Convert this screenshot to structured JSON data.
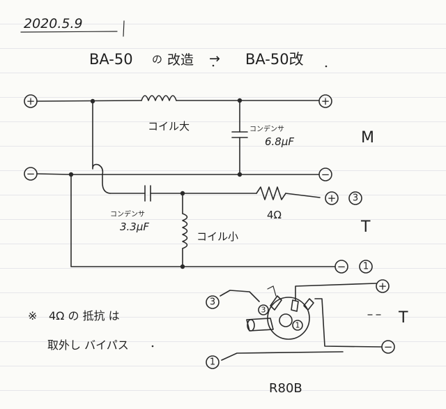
{
  "date": "2020.5.9",
  "title": {
    "before": "BA-50",
    "no": "の",
    "kaizou": "改造",
    "arrow": "→",
    "after": "BA-50改"
  },
  "terminals": {
    "in_plus": "+",
    "in_minus": "−",
    "out_m_plus": "+",
    "out_m_minus": "−",
    "out_t_plus": "+",
    "out_t_minus": "−",
    "tw_plus": "+",
    "tw_minus": "−"
  },
  "pins": {
    "p3": "3",
    "p1": "1",
    "w3": "3",
    "w1": "1",
    "r3": "3",
    "r1": "1"
  },
  "labels": {
    "coil_large": "コイル大",
    "cap_m_name": "コンデンサ",
    "cap_m_value": "6.8μF",
    "section_m": "M",
    "cap_t_name": "コンデンサ",
    "cap_t_value": "3.3μF",
    "coil_small": "コイル小",
    "resistor": "4Ω",
    "section_t": "T",
    "section_t2": "T",
    "driver": "R80B"
  },
  "note": {
    "mark": "※",
    "line1": "4Ω の 抵抗 は",
    "line2": "取外し バイパス"
  }
}
